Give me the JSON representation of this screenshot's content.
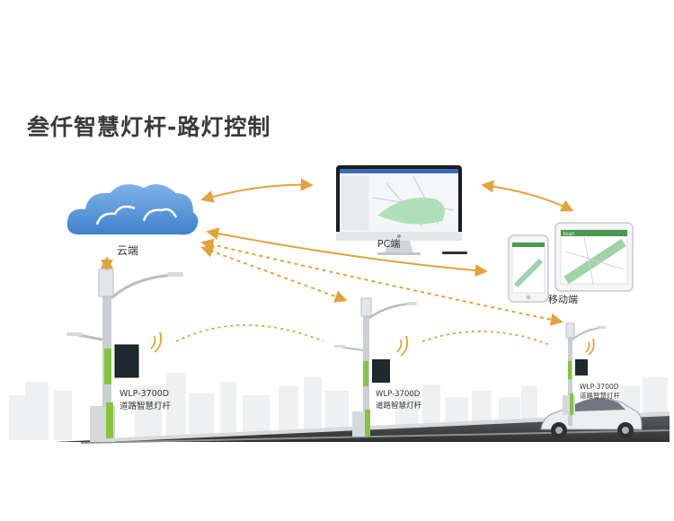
{
  "title": "叁仟智慧灯杆-路灯控制",
  "cloud": {
    "label": "云端"
  },
  "pc": {
    "label": "PC端"
  },
  "mobile": {
    "label": "移动端",
    "tablet_header": "Kcall"
  },
  "poles": [
    {
      "model": "WLP-3700D",
      "name": "道路智慧灯杆"
    },
    {
      "model": "WLP-3700D",
      "name": "道路智慧灯杆"
    },
    {
      "model": "WLP-3700D",
      "name": "道路智慧灯杆"
    }
  ],
  "colors": {
    "arrow": "#e3a23a",
    "cloud": "#4a90d9",
    "pole_green": "#86c440",
    "pole_grey": "#c9cfd3",
    "title": "#3a3a3a"
  }
}
